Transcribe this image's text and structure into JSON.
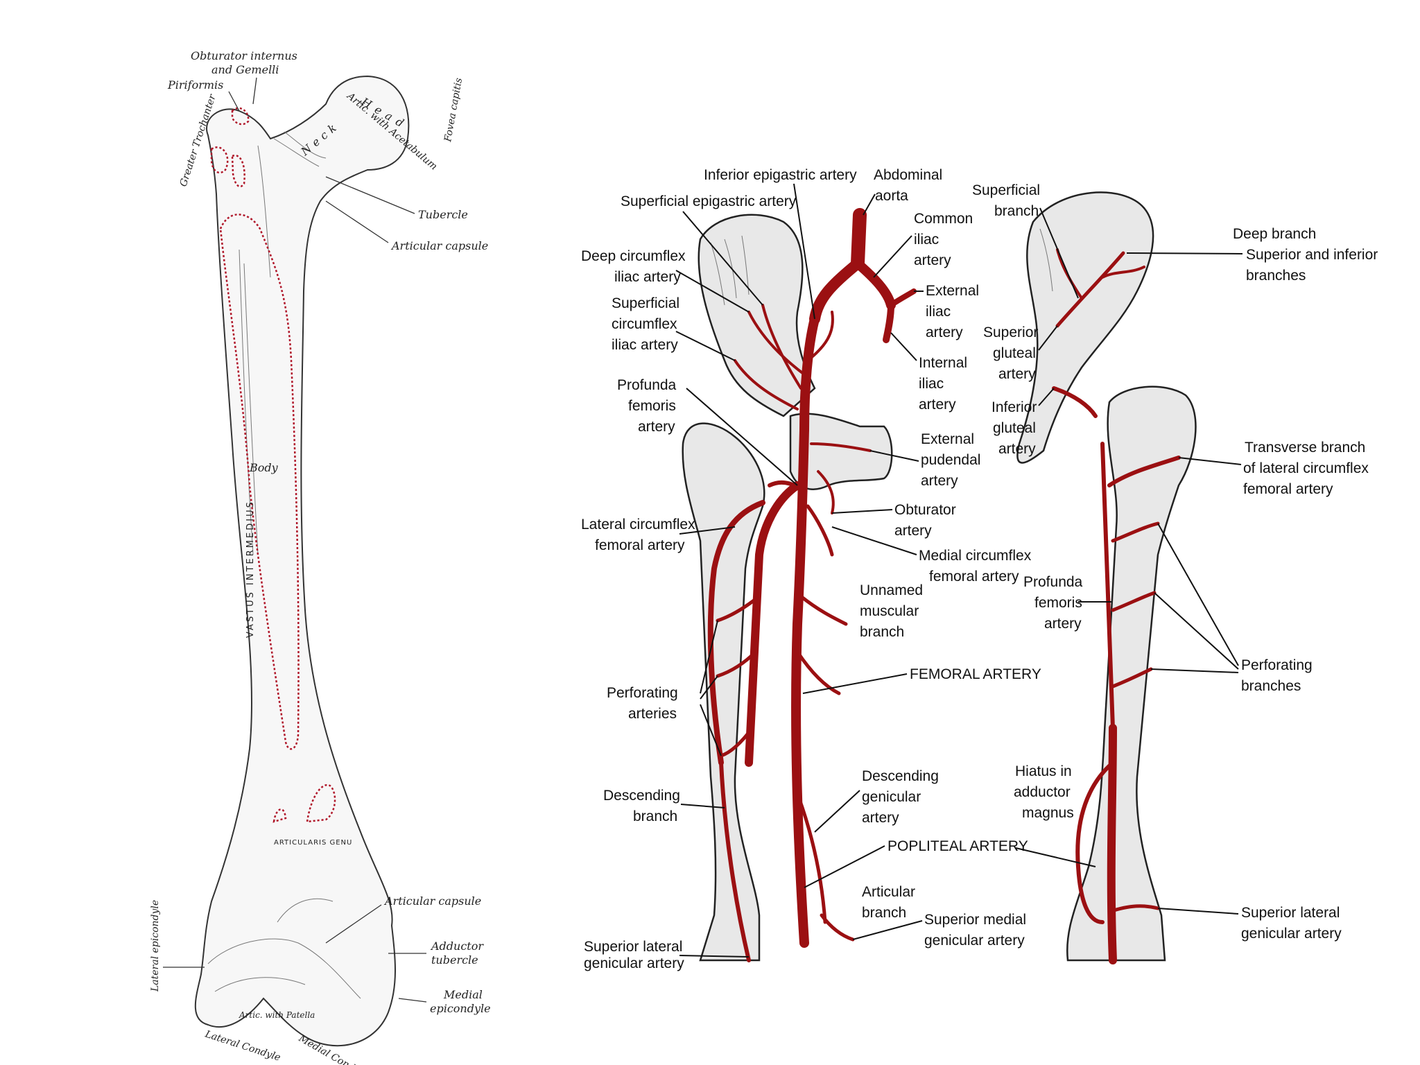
{
  "femur_illustration": {
    "labels": {
      "obturator_line1": "Obturator internus",
      "obturator_line2": "and Gemelli",
      "piriformis": "Piriformis",
      "greater_trochanter": "Greater Trochanter",
      "head": "Head",
      "fovea_capitis": "Fovea capitis",
      "artic_with_acetabulum": "Artic. with Acetabulum",
      "neck": "Neck",
      "tubercle": "Tubercle",
      "articular_capsule_top": "Articular capsule",
      "vastus_intermedius": "VASTUS INTERMEDIUS",
      "body": "Body",
      "articularis_genu": "ARTICULARIS GENU",
      "articular_capsule_bottom": "Articular capsule",
      "adductor_tubercle_1": "Adductor",
      "adductor_tubercle_2": "tubercle",
      "medial_epicondyle_1": "Medial",
      "medial_epicondyle_2": "epicondyle",
      "lateral_epicondyle": "Lateral epicondyle",
      "artic_with_patella": "Artic. with Patella",
      "lateral_condyle": "Lateral Condyle",
      "medial_condyle": "Medial Condyle"
    }
  },
  "artery_diagram": {
    "colors": {
      "artery": "#9b1012",
      "bone": "#e8e8e8",
      "outline": "#222222"
    },
    "anterior_labels": {
      "inferior_epigastric": "Inferior epigastric artery",
      "abdominal_aorta_1": "Abdominal",
      "abdominal_aorta_2": "aorta",
      "superficial_epigastric": "Superficial epigastric artery",
      "common_iliac_1": "Common",
      "common_iliac_2": "iliac",
      "common_iliac_3": "artery",
      "deep_circumflex_1": "Deep circumflex",
      "deep_circumflex_2": "iliac artery",
      "external_iliac_1": "External",
      "external_iliac_2": "iliac",
      "external_iliac_3": "artery",
      "superficial_circumflex_1": "Superficial",
      "superficial_circumflex_2": "circumflex",
      "superficial_circumflex_3": "iliac artery",
      "internal_iliac_1": "Internal",
      "internal_iliac_2": "iliac",
      "internal_iliac_3": "artery",
      "profunda_1": "Profunda",
      "profunda_2": "femoris",
      "profunda_3": "artery",
      "external_pudendal_1": "External",
      "external_pudendal_2": "pudendal",
      "external_pudendal_3": "artery",
      "obturator_1": "Obturator",
      "obturator_2": "artery",
      "lateral_circumflex_1": "Lateral circumflex",
      "lateral_circumflex_2": "femoral artery",
      "medial_circumflex_1": "Medial circumflex",
      "medial_circumflex_2": "femoral artery",
      "unnamed_muscular_1": "Unnamed",
      "unnamed_muscular_2": "muscular",
      "unnamed_muscular_3": "branch",
      "perforating_1": "Perforating",
      "perforating_2": "arteries",
      "femoral_artery": "FEMORAL ARTERY",
      "descending_branch_1": "Descending",
      "descending_branch_2": "branch",
      "descending_genicular_1": "Descending",
      "descending_genicular_2": "genicular",
      "descending_genicular_3": "artery",
      "popliteal_artery": "POPLITEAL ARTERY",
      "articular_branch_1": "Articular",
      "articular_branch_2": "branch",
      "superior_lateral_1": "Superior lateral",
      "superior_lateral_2": "genicular artery",
      "superior_medial_1": "Superior medial",
      "superior_medial_2": "genicular artery"
    },
    "posterior_labels": {
      "superficial_branch_1": "Superficial",
      "superficial_branch_2": "branch",
      "deep_branch": "Deep branch",
      "sup_inf_branches_1": "Superior and inferior",
      "sup_inf_branches_2": "branches",
      "superior_gluteal_1": "Superior",
      "superior_gluteal_2": "gluteal",
      "superior_gluteal_3": "artery",
      "inferior_gluteal_1": "Inferior",
      "inferior_gluteal_2": "gluteal",
      "inferior_gluteal_3": "artery",
      "transverse_branch_1": "Transverse branch",
      "transverse_branch_2": "of lateral circumflex",
      "transverse_branch_3": "femoral artery",
      "profunda_1": "Profunda",
      "profunda_2": "femoris",
      "profunda_3": "artery",
      "perforating_branches_1": "Perforating",
      "perforating_branches_2": "branches",
      "hiatus_1": "Hiatus in",
      "hiatus_2": "adductor",
      "hiatus_3": "magnus",
      "superior_lateral_1": "Superior lateral",
      "superior_lateral_2": "genicular artery"
    }
  }
}
